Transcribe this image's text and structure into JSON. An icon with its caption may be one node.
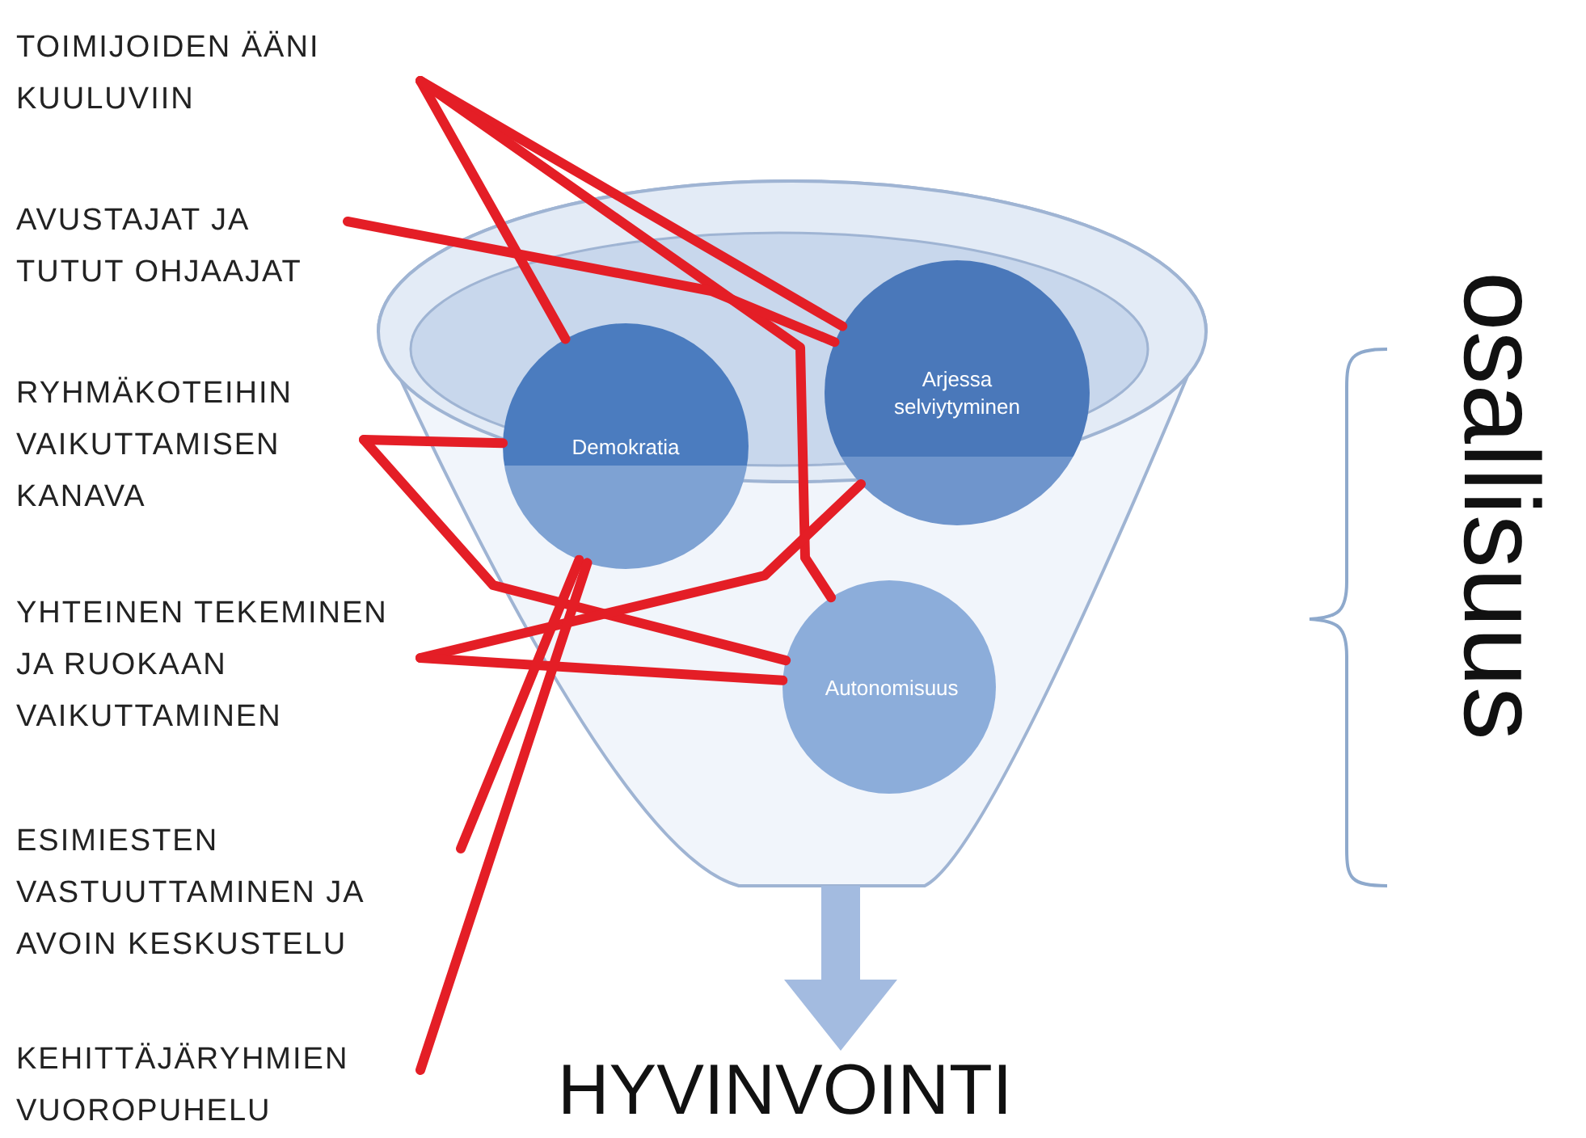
{
  "diagram": {
    "nodes": [
      {
        "text": [],
        "shape": "funnel"
      },
      {
        "text": [
          "Arjessa selviytyminen"
        ],
        "in": 0
      },
      {
        "text": [
          "Demokratia"
        ],
        "in": 0
      },
      {
        "text": [
          "Autonomisuus"
        ],
        "in": 0
      },
      {
        "text": [
          "TOIMIJOIDEN ÄÄNI KUULUVIIN"
        ]
      },
      {
        "text": [
          "AVUSTAJAT JA TUTUT OHJAAJAT"
        ]
      },
      {
        "text": [
          "RYHMÄKOTEIHIN VAIKUTTAMISEN KANAVA"
        ]
      },
      {
        "text": [
          "YHTEINEN TEKEMINEN JA RUOKAAN VAIKUTTAMINEN"
        ]
      },
      {
        "text": [
          "ESIMIESTEN VASTUUTTAMINEN JA AVOIN KESKUSTELU"
        ]
      },
      {
        "text": [
          "KEHITTÄJÄRYHMIEN VUOROPUHELU"
        ]
      },
      {
        "text": [
          "HYVINVOINTI"
        ]
      }
    ],
    "edges": [
      {
        "from": 4,
        "to": 2,
        "arrow": "none"
      },
      {
        "from": 4,
        "to": 1,
        "arrow": "none"
      },
      {
        "from": 4,
        "to": 3,
        "arrow": "none"
      },
      {
        "from": 5,
        "to": 1,
        "arrow": "none"
      },
      {
        "from": 6,
        "to": 2,
        "arrow": "none"
      },
      {
        "from": 6,
        "to": 3,
        "arrow": "none"
      },
      {
        "from": 7,
        "to": 1,
        "arrow": "none"
      },
      {
        "from": 7,
        "to": 3,
        "arrow": "none"
      },
      {
        "from": 8,
        "to": 2,
        "arrow": "none"
      },
      {
        "from": 9,
        "to": 2,
        "arrow": "none"
      },
      {
        "from": 0,
        "to": 10,
        "arrow": "to",
        "style": "thick",
        "color": "#a3bbe0"
      }
    ],
    "labels": [
      "osallisuus"
    ]
  }
}
